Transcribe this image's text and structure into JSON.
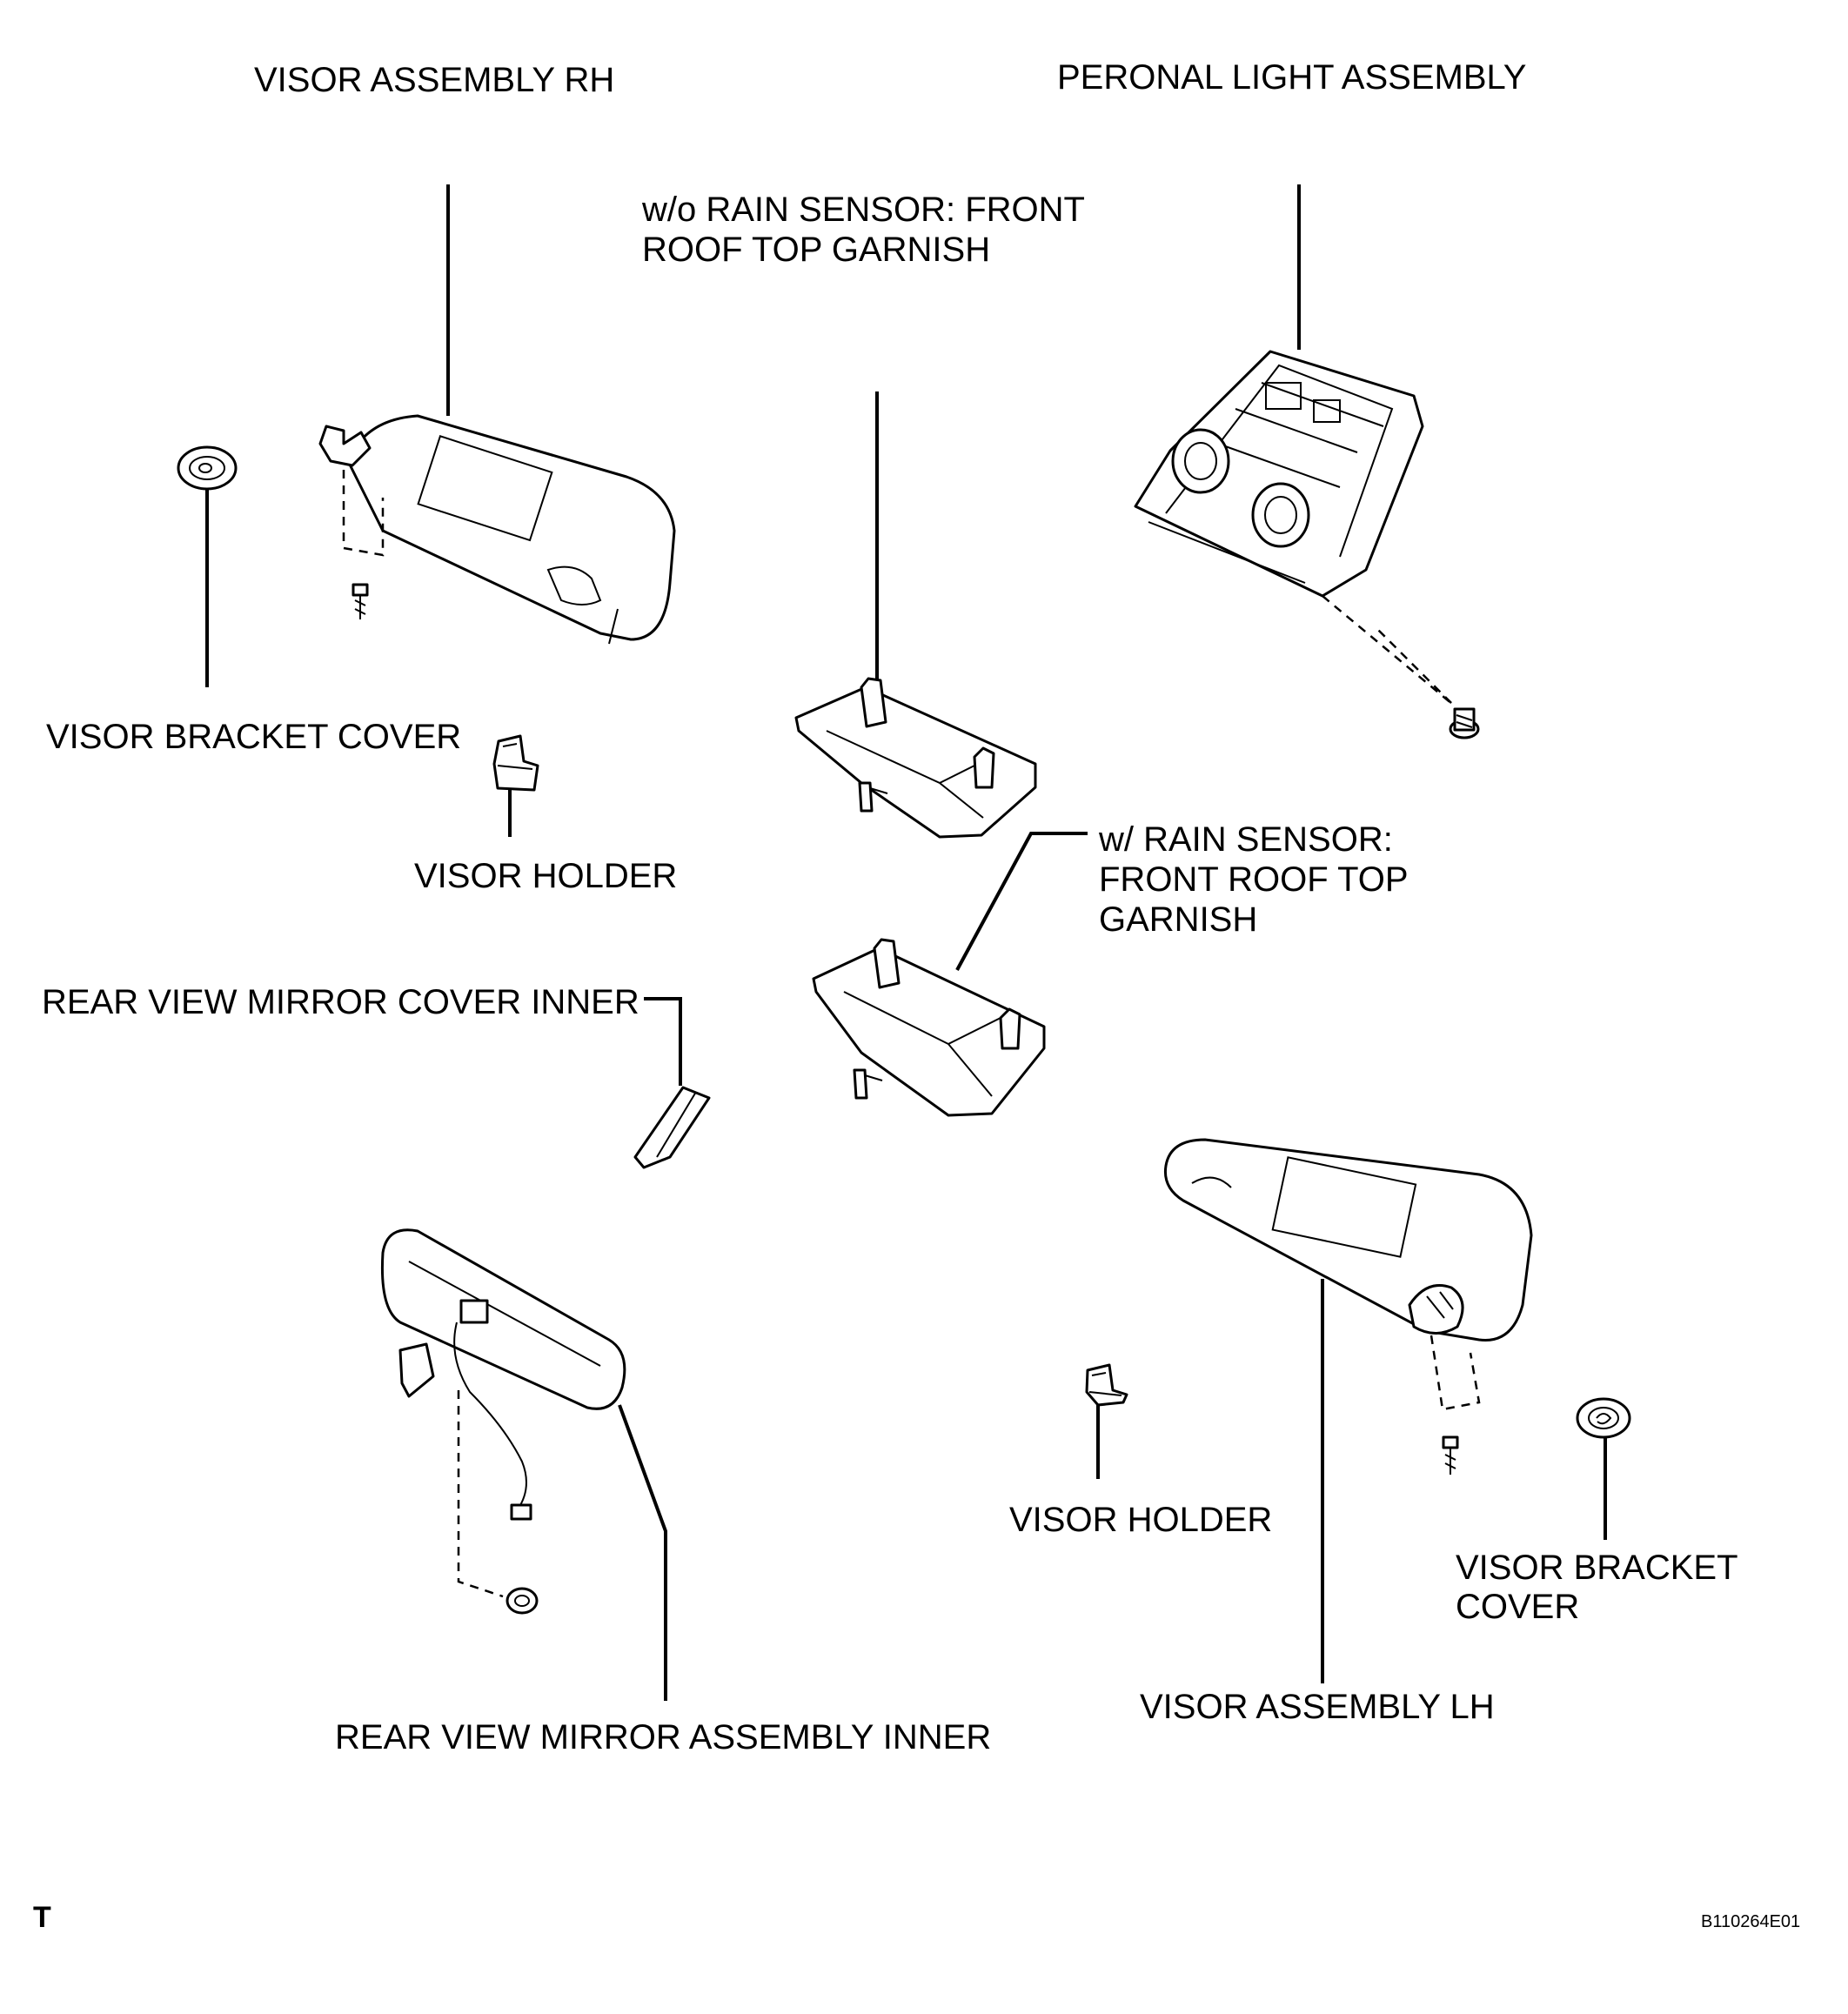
{
  "labels": {
    "visor_assembly_rh": "VISOR ASSEMBLY RH",
    "personal_light_assembly": "PERONAL LIGHT ASSEMBLY",
    "wo_rain_sensor_line1": "w/o RAIN SENSOR: FRONT",
    "wo_rain_sensor_line2": "ROOF TOP GARNISH",
    "visor_bracket_cover_rh": "VISOR BRACKET COVER",
    "visor_holder_rh": "VISOR HOLDER",
    "w_rain_sensor_line1": "w/ RAIN SENSOR:",
    "w_rain_sensor_line2": "FRONT ROOF TOP",
    "w_rain_sensor_line3": "GARNISH",
    "rear_view_mirror_cover_inner": "REAR VIEW MIRROR COVER INNER",
    "visor_holder_lh": "VISOR HOLDER",
    "visor_bracket_cover_lh_line1": "VISOR BRACKET",
    "visor_bracket_cover_lh_line2": "COVER",
    "visor_assembly_lh": "VISOR ASSEMBLY LH",
    "rear_view_mirror_assembly_inner": "REAR VIEW MIRROR ASSEMBLY INNER"
  },
  "footer": {
    "corner_mark": "T",
    "figure_code": "B110264E01"
  }
}
